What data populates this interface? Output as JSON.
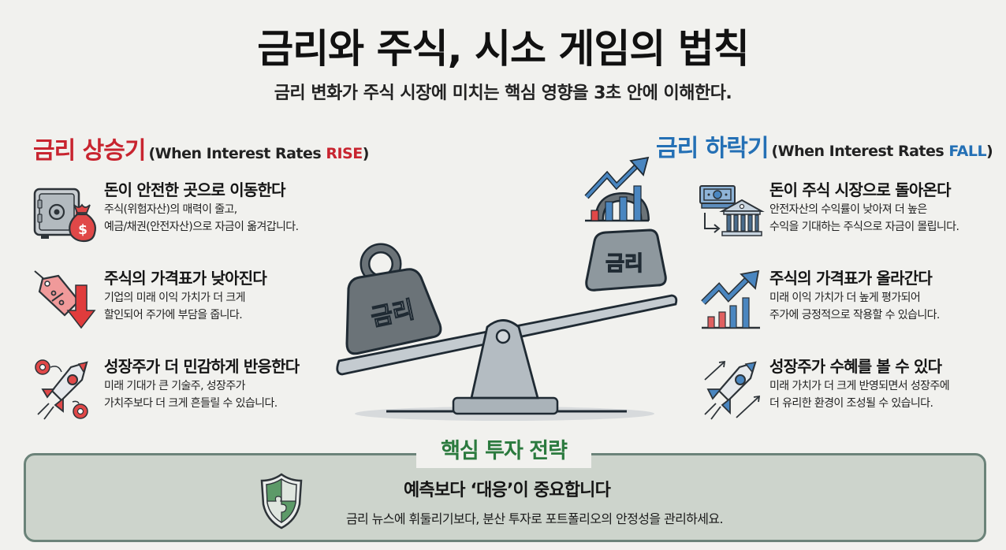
{
  "header": {
    "title": "금리와 주식, 시소 게임의 법칙",
    "subtitle": "금리 변화가 주식 시장에 미치는 핵심 영향을 3초 안에 이해한다."
  },
  "rise": {
    "heading_ko": "금리 상승기",
    "heading_en_prefix": "(When Interest Rates ",
    "heading_en_highlight": "RISE",
    "heading_en_suffix": ")",
    "color": "#c8242f",
    "items": [
      {
        "icon": "safe-moneybag-icon",
        "title": "돈이 안전한 곳으로 이동한다",
        "desc1": "주식(위험자산)의 매력이 줄고,",
        "desc2": "예금/채권(안전자산)으로 자금이 옮겨갑니다."
      },
      {
        "icon": "price-tag-down-arrow-icon",
        "title": "주식의 가격표가 낮아진다",
        "desc1": "기업의 미래 이익 가치가 더 크게",
        "desc2": "할인되어 주가에 부담을 줍니다."
      },
      {
        "icon": "rocket-gears-icon",
        "title": "성장주가 더 민감하게 반응한다",
        "desc1": "미래 기대가 큰 기술주, 성장주가",
        "desc2": "가치주보다 더 크게 흔들릴 수 있습니다."
      }
    ]
  },
  "fall": {
    "heading_ko": "금리 하락기",
    "heading_en_prefix": "(When Interest Rates ",
    "heading_en_highlight": "FALL",
    "heading_en_suffix": ")",
    "color": "#2470b5",
    "items": [
      {
        "icon": "cash-to-bank-icon",
        "title": "돈이 주식 시장으로 돌아온다",
        "desc1": "안전자산의 수익률이 낮아져 더 높은",
        "desc2": "수익을 기대하는 주식으로 자금이 몰립니다."
      },
      {
        "icon": "rising-chart-icon",
        "title": "주식의 가격표가 올라간다",
        "desc1": "미래 이익 가치가 더 높게 평가되어",
        "desc2": "주가에 긍정적으로 작용할 수 있습니다."
      },
      {
        "icon": "rocket-up-arrows-icon",
        "title": "성장주가 수혜를 볼 수 있다",
        "desc1": "미래 가치가 더 크게 반영되면서 성장주에",
        "desc2": "더 유리한 환경이 조성될 수 있습니다."
      }
    ]
  },
  "seesaw": {
    "left_weight_label": "금리",
    "right_weight_label": "금리"
  },
  "strategy": {
    "title": "핵심 투자 전략",
    "headline": "예측보다 ‘대응’이 중요합니다",
    "description": "금리 뉴스에 휘둘리기보다, 분산 투자로 포트폴리오의 안정성을 관리하세요.",
    "icon": "shield-puzzle-icon",
    "color": "#2b7a3e"
  }
}
